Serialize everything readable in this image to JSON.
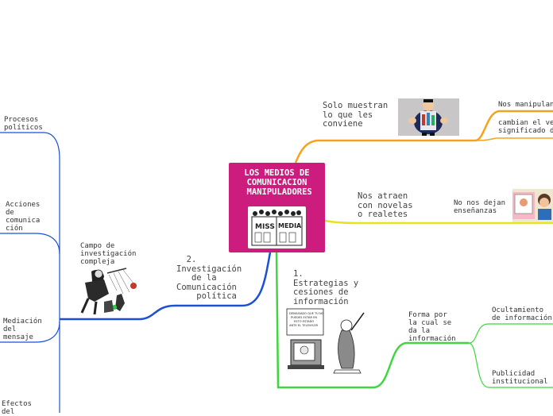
{
  "central": {
    "title": "LOS MEDIOS DE\nCOMUNICACION\n MANIPULADORES",
    "image_text_left": "MISS",
    "image_text_right": "MEDIA"
  },
  "branches": {
    "solo": {
      "label": "Solo muestran\nlo que les\nconviene"
    },
    "nos_manipulan": {
      "label": "Nos manipulan"
    },
    "cambian": {
      "label": "cambian el ve\nsignificado d"
    },
    "atraen": {
      "label": "Nos atraen\ncon novelas\no realetes"
    },
    "no_dejan": {
      "label": "No nos dejan\nenseñanzas"
    },
    "investigacion": {
      "label": "  2.\nInvestigación\n   de la\nComunicación\n    política"
    },
    "campo": {
      "label": "Campo de\ninvestigación\ncompleja"
    },
    "procesos": {
      "label": "Procesos\npolíticos"
    },
    "acciones": {
      "label": "Acciones\nde\ncomunica\nción"
    },
    "mediacion": {
      "label": "Mediación\ndel\nmensaje"
    },
    "efectos": {
      "label": "Efectos\ndel"
    },
    "estrategias": {
      "label": "1.\nEstrategias y\ncesiones de\ninformación"
    },
    "forma": {
      "label": "Forma por\nla cual se\nda la\ninformación"
    },
    "ocultamiento": {
      "label": "Ocultamiento\nde información"
    },
    "publicidad": {
      "label": "Publicidad\ninstitucional"
    }
  },
  "cartoon": {
    "speech": "DEMASIADO QUE TU NO\nPUEDES ESTAR EN\nESTO ESTADO\nANTE EL TELEVISOR"
  },
  "colors": {
    "central": "#cc1d7e",
    "orange": "#f5a31d",
    "yellow": "#e8e220",
    "blue": "#1a4fd6",
    "green": "#3fd63f"
  }
}
